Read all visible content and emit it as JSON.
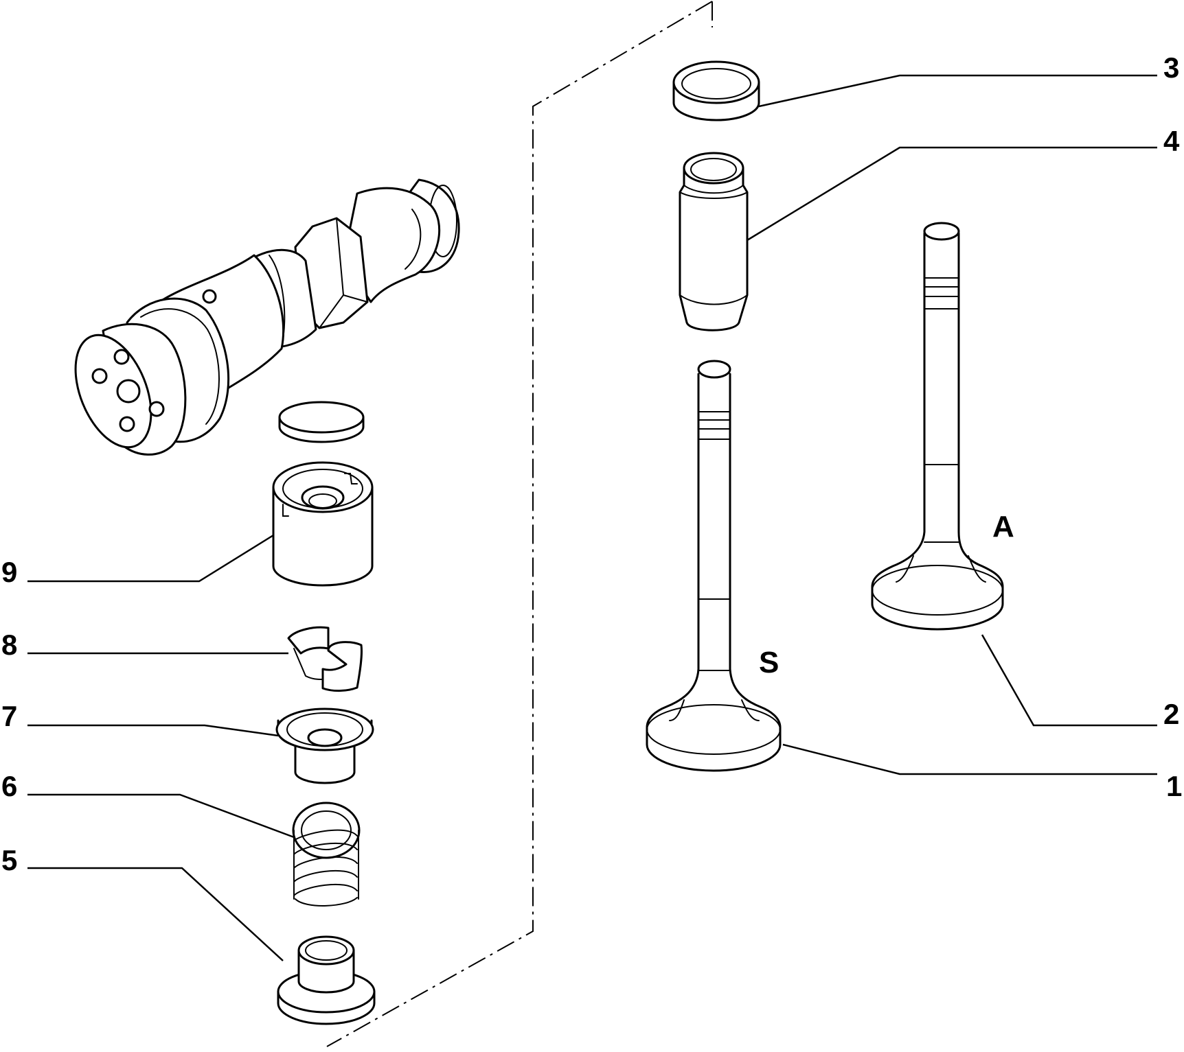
{
  "callouts": [
    {
      "id": "1",
      "text": "1"
    },
    {
      "id": "2",
      "text": "2"
    },
    {
      "id": "3",
      "text": "3"
    },
    {
      "id": "4",
      "text": "4"
    },
    {
      "id": "5",
      "text": "5"
    },
    {
      "id": "6",
      "text": "6"
    },
    {
      "id": "7",
      "text": "7"
    },
    {
      "id": "8",
      "text": "8"
    },
    {
      "id": "9",
      "text": "9"
    }
  ],
  "valve_labels": {
    "intake": "A",
    "exhaust": "S"
  }
}
